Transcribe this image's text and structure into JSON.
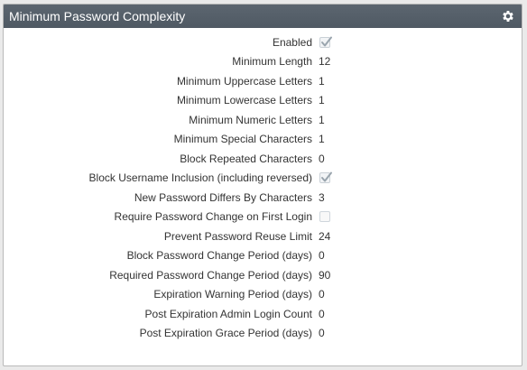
{
  "panel": {
    "title": "Minimum Password Complexity",
    "settings_icon": "gear-icon"
  },
  "rows": [
    {
      "label": "Enabled",
      "type": "checkbox",
      "checked": true
    },
    {
      "label": "Minimum Length",
      "type": "value",
      "value": "12"
    },
    {
      "label": "Minimum Uppercase Letters",
      "type": "value",
      "value": "1"
    },
    {
      "label": "Minimum Lowercase Letters",
      "type": "value",
      "value": "1"
    },
    {
      "label": "Minimum Numeric Letters",
      "type": "value",
      "value": "1"
    },
    {
      "label": "Minimum Special Characters",
      "type": "value",
      "value": "1"
    },
    {
      "label": "Block Repeated Characters",
      "type": "value",
      "value": "0"
    },
    {
      "label": "Block Username Inclusion (including reversed)",
      "type": "checkbox",
      "checked": true
    },
    {
      "label": "New Password Differs By Characters",
      "type": "value",
      "value": "3"
    },
    {
      "label": "Require Password Change on First Login",
      "type": "checkbox",
      "checked": false
    },
    {
      "label": "Prevent Password Reuse Limit",
      "type": "value",
      "value": "24"
    },
    {
      "label": "Block Password Change Period (days)",
      "type": "value",
      "value": "0"
    },
    {
      "label": "Required Password Change Period (days)",
      "type": "value",
      "value": "90"
    },
    {
      "label": "Expiration Warning Period (days)",
      "type": "value",
      "value": "0"
    },
    {
      "label": "Post Expiration Admin Login Count",
      "type": "value",
      "value": "0"
    },
    {
      "label": "Post Expiration Grace Period (days)",
      "type": "value",
      "value": "0"
    }
  ],
  "colors": {
    "header_bg": "#545e68",
    "header_text": "#ffffff",
    "label_text": "#333333",
    "checkmark": "#9aa5ae"
  }
}
